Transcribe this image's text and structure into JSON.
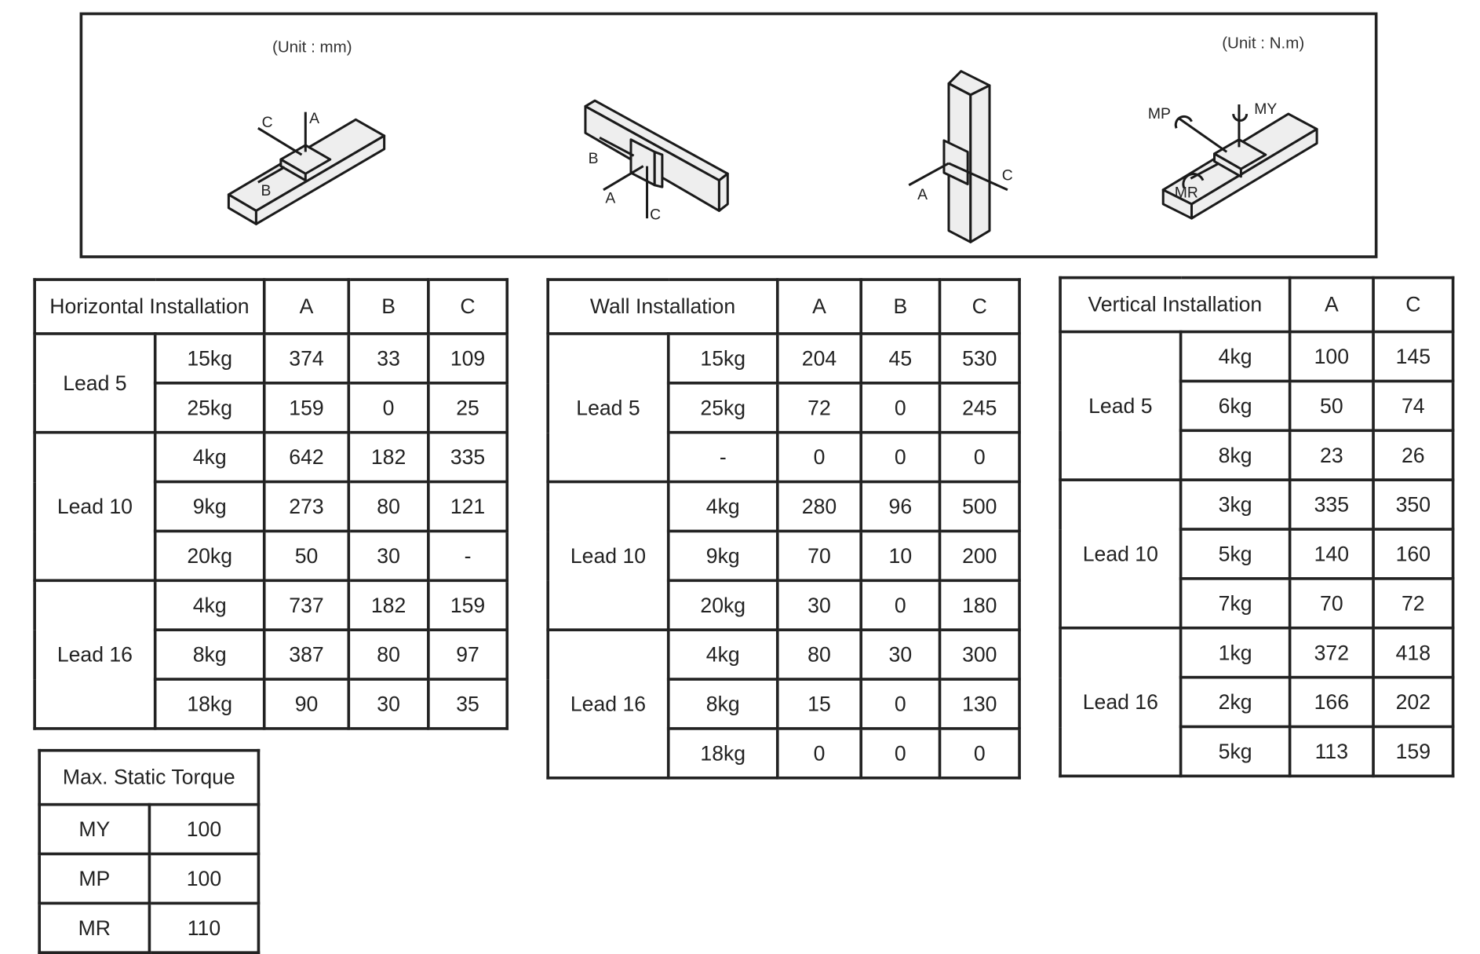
{
  "diagram": {
    "unit_left": "(Unit : mm)",
    "unit_right": "(Unit : N.m)",
    "labels": {
      "a": "A",
      "b": "B",
      "c": "C",
      "mp": "MP",
      "my": "MY",
      "mr": "MR"
    }
  },
  "horizontal": {
    "title": "Horizontal Installation",
    "columns": [
      "A",
      "B",
      "C"
    ],
    "groups": [
      {
        "lead": "Lead 5",
        "rows": [
          {
            "load": "15kg",
            "values": [
              "374",
              "33",
              "109"
            ]
          },
          {
            "load": "25kg",
            "values": [
              "159",
              "0",
              "25"
            ]
          }
        ]
      },
      {
        "lead": "Lead 10",
        "rows": [
          {
            "load": "4kg",
            "values": [
              "642",
              "182",
              "335"
            ]
          },
          {
            "load": "9kg",
            "values": [
              "273",
              "80",
              "121"
            ]
          },
          {
            "load": "20kg",
            "values": [
              "50",
              "30",
              "-"
            ]
          }
        ]
      },
      {
        "lead": "Lead 16",
        "rows": [
          {
            "load": "4kg",
            "values": [
              "737",
              "182",
              "159"
            ]
          },
          {
            "load": "8kg",
            "values": [
              "387",
              "80",
              "97"
            ]
          },
          {
            "load": "18kg",
            "values": [
              "90",
              "30",
              "35"
            ]
          }
        ]
      }
    ]
  },
  "wall": {
    "title": "Wall Installation",
    "columns": [
      "A",
      "B",
      "C"
    ],
    "groups": [
      {
        "lead": "Lead 5",
        "rows": [
          {
            "load": "15kg",
            "values": [
              "204",
              "45",
              "530"
            ]
          },
          {
            "load": "25kg",
            "values": [
              "72",
              "0",
              "245"
            ]
          },
          {
            "load": "-",
            "values": [
              "0",
              "0",
              "0"
            ]
          }
        ]
      },
      {
        "lead": "Lead 10",
        "rows": [
          {
            "load": "4kg",
            "values": [
              "280",
              "96",
              "500"
            ]
          },
          {
            "load": "9kg",
            "values": [
              "70",
              "10",
              "200"
            ]
          },
          {
            "load": "20kg",
            "values": [
              "30",
              "0",
              "180"
            ]
          }
        ]
      },
      {
        "lead": "Lead 16",
        "rows": [
          {
            "load": "4kg",
            "values": [
              "80",
              "30",
              "300"
            ]
          },
          {
            "load": "8kg",
            "values": [
              "15",
              "0",
              "130"
            ]
          },
          {
            "load": "18kg",
            "values": [
              "0",
              "0",
              "0"
            ]
          }
        ]
      }
    ]
  },
  "vertical": {
    "title": "Vertical Installation",
    "columns": [
      "A",
      "C"
    ],
    "groups": [
      {
        "lead": "Lead 5",
        "rows": [
          {
            "load": "4kg",
            "values": [
              "100",
              "145"
            ]
          },
          {
            "load": "6kg",
            "values": [
              "50",
              "74"
            ]
          },
          {
            "load": "8kg",
            "values": [
              "23",
              "26"
            ]
          }
        ]
      },
      {
        "lead": "Lead 10",
        "rows": [
          {
            "load": "3kg",
            "values": [
              "335",
              "350"
            ]
          },
          {
            "load": "5kg",
            "values": [
              "140",
              "160"
            ]
          },
          {
            "load": "7kg",
            "values": [
              "70",
              "72"
            ]
          }
        ]
      },
      {
        "lead": "Lead 16",
        "rows": [
          {
            "load": "1kg",
            "values": [
              "372",
              "418"
            ]
          },
          {
            "load": "2kg",
            "values": [
              "166",
              "202"
            ]
          },
          {
            "load": "5kg",
            "values": [
              "113",
              "159"
            ]
          }
        ]
      }
    ]
  },
  "torque": {
    "title": "Max. Static Torque",
    "rows": [
      {
        "name": "MY",
        "value": "100"
      },
      {
        "name": "MP",
        "value": "100"
      },
      {
        "name": "MR",
        "value": "110"
      }
    ]
  }
}
